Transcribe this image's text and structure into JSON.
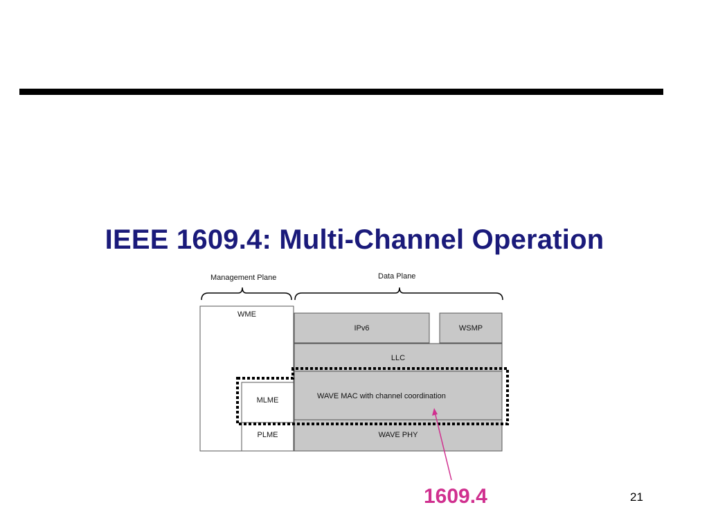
{
  "slide": {
    "title": "IEEE 1609.4: Multi-Channel Operation",
    "page_number": "21",
    "callout_label": "1609.4"
  },
  "diagram": {
    "management_plane_label": "Management Plane",
    "data_plane_label": "Data Plane",
    "blocks": {
      "wme": "WME",
      "mlme": "MLME",
      "plme": "PLME",
      "ipv6": "IPv6",
      "wsmp": "WSMP",
      "llc": "LLC",
      "wave_mac": "WAVE MAC with channel coordination",
      "wave_phy": "WAVE PHY"
    }
  },
  "colors": {
    "title": "#1a1a7a",
    "callout": "#d0308f",
    "data_block_fill": "#c8c8c8",
    "management_block_fill": "#ffffff"
  }
}
